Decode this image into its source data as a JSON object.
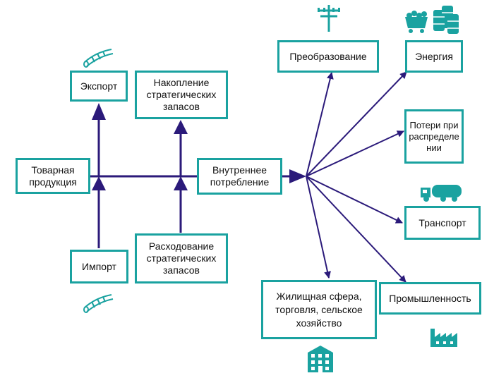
{
  "nodes": {
    "export": "Экспорт",
    "stock_accumulation": "Накопление стратегических запасов",
    "commodity_output": "Товарная продукция",
    "domestic_consumption": "Внутреннее потребление",
    "import": "Импорт",
    "stock_withdrawal": "Расходование стратегических запасов",
    "transformation": "Преобразование",
    "energy": "Энергия",
    "distribution_losses": "Потери при распределе нии",
    "transport": "Транспорт",
    "industry": "Промышленность",
    "residential": "Жилищная сфера, торговля, сельское хозяйство"
  },
  "colors": {
    "box_border": "#1aa2a0",
    "arrow": "#2b1a7a",
    "icon_teal": "#1aa2a0"
  },
  "icons": [
    "pipe-icon",
    "pipe-icon",
    "power-pole-icon",
    "coal-and-barrels-icon",
    "tanker-truck-icon",
    "factory-icon",
    "apartment-building-icon"
  ]
}
